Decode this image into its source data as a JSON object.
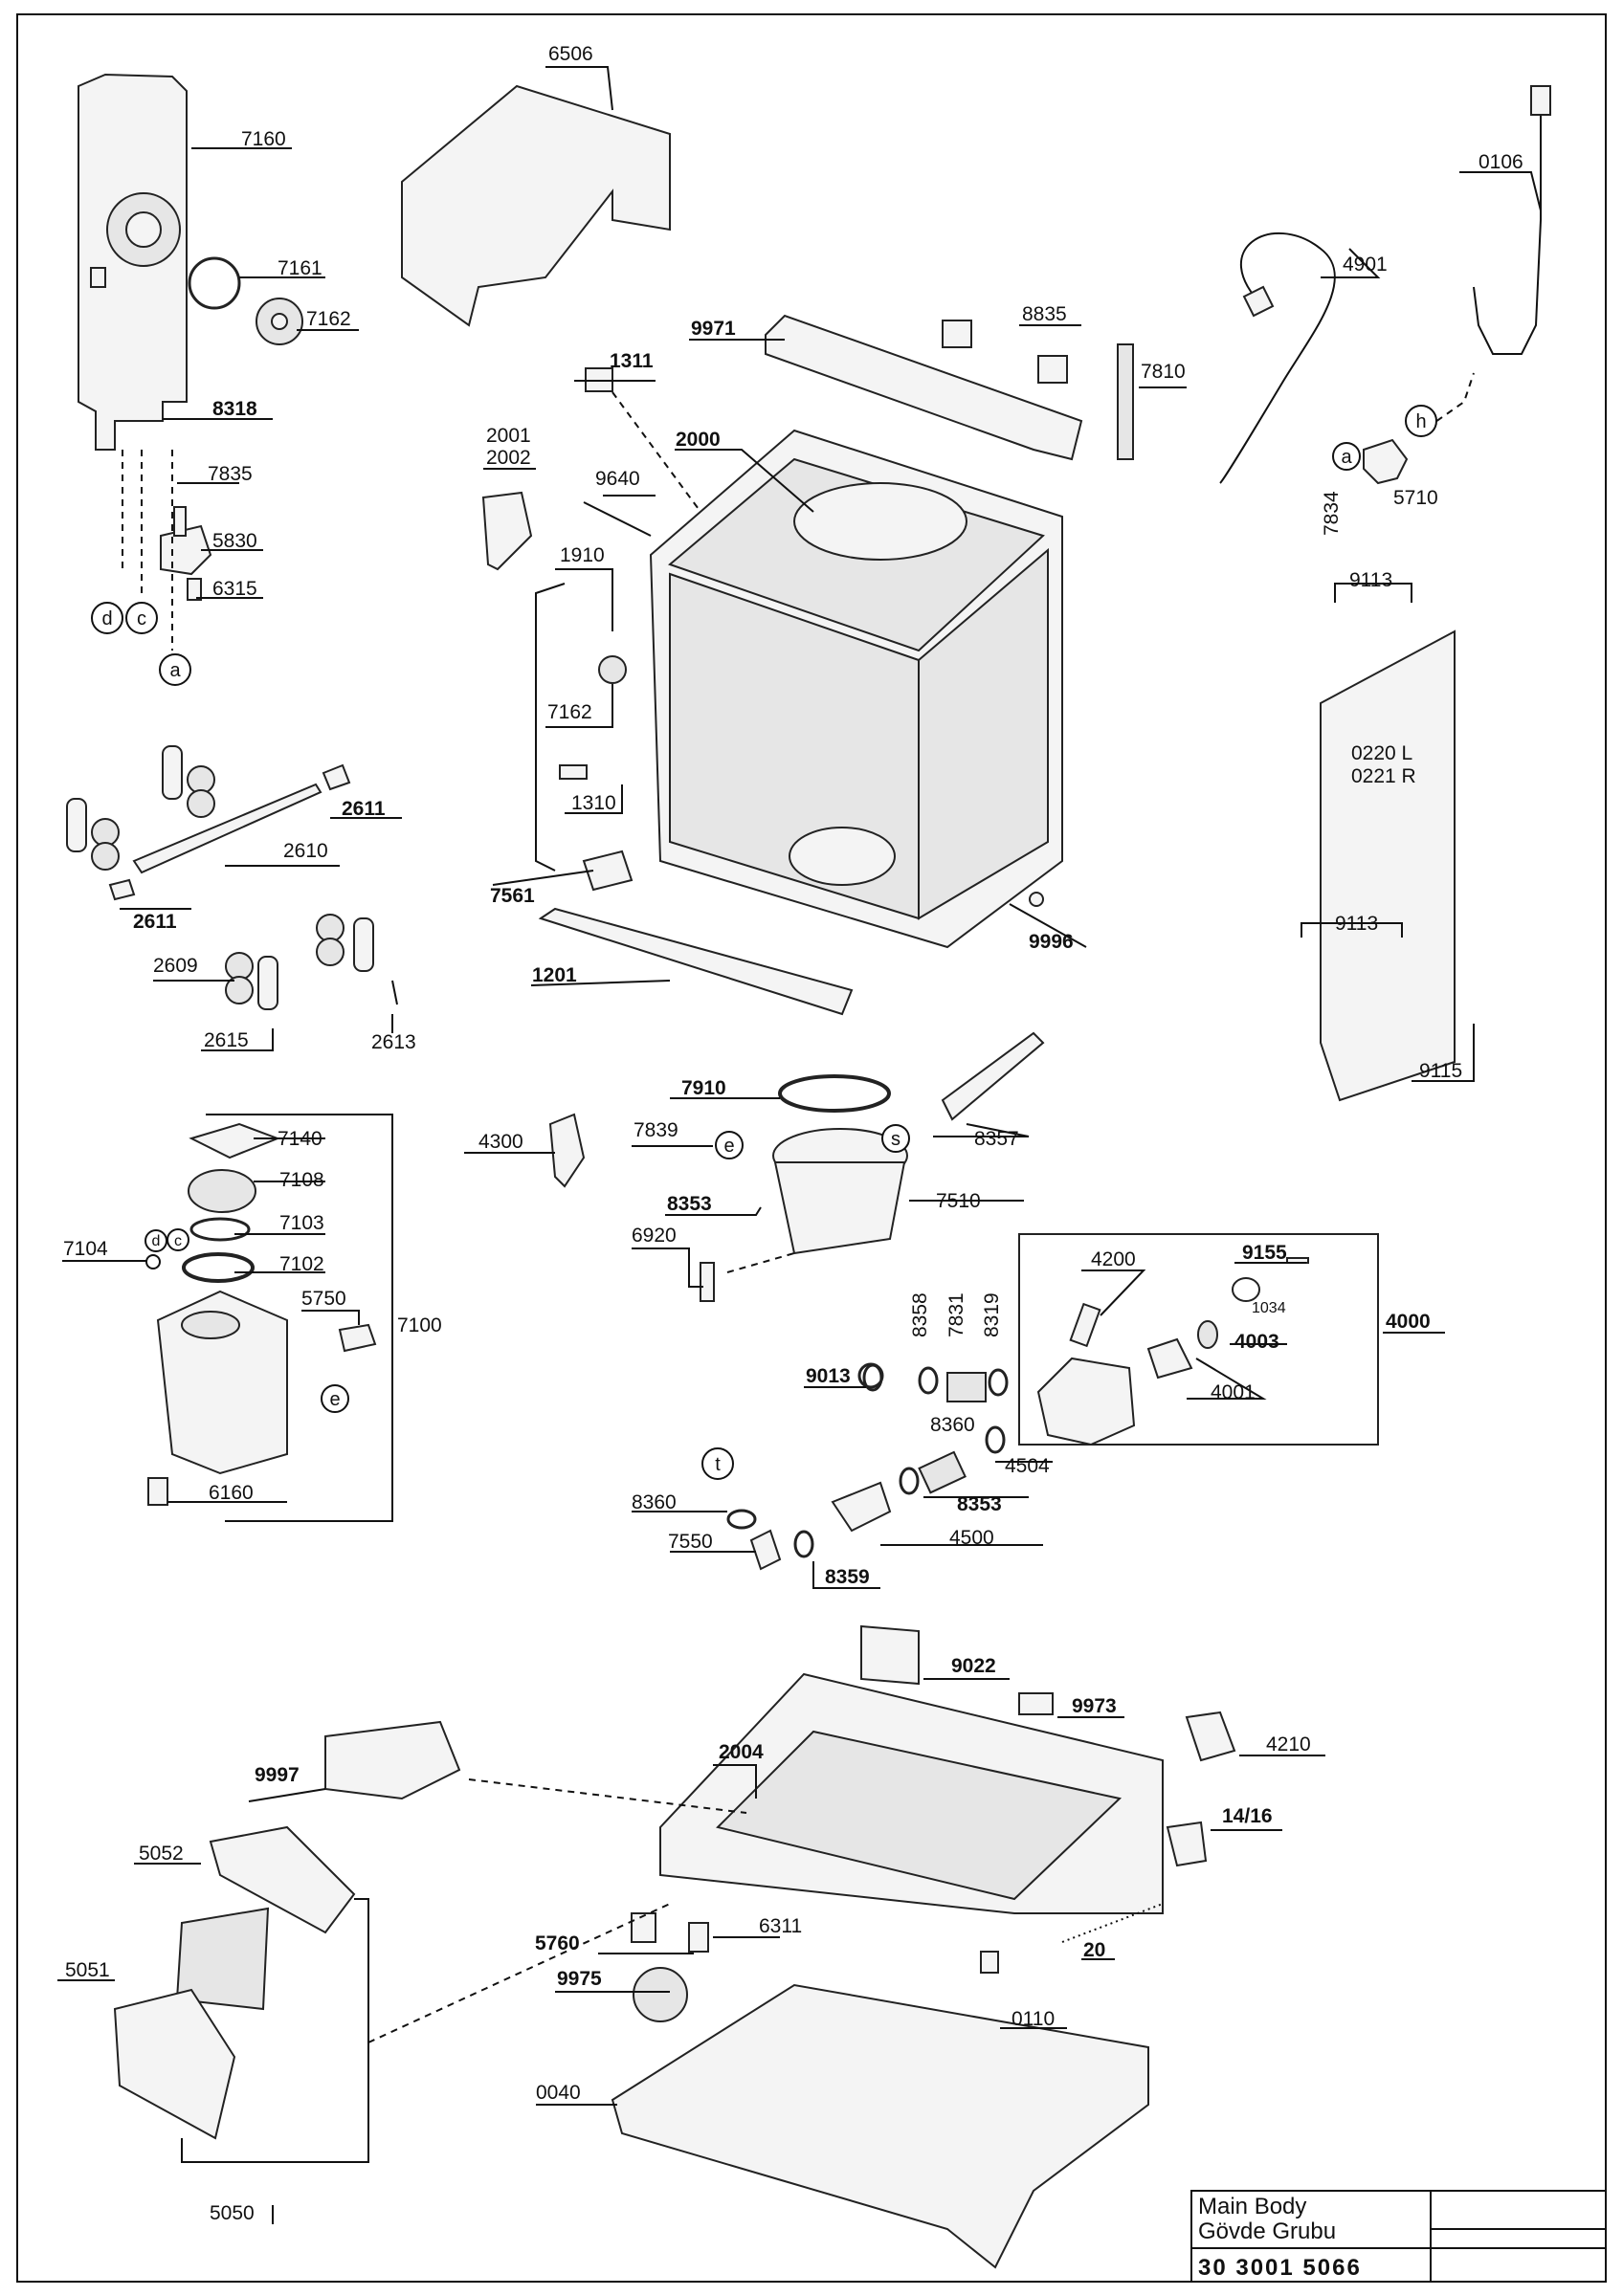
{
  "labels": {
    "p6506": "6506",
    "p7160": "7160",
    "p7161": "7161",
    "p7162a": "7162",
    "p8318": "8318",
    "p7835": "7835",
    "p5830": "5830",
    "p6315": "6315",
    "p9971": "9971",
    "p8835": "8835",
    "p7810": "7810",
    "p1311": "1311",
    "p2001": "2001",
    "p2002": "2002",
    "p2000": "2000",
    "p9640": "9640",
    "p1910": "1910",
    "p7162b": "7162",
    "p1310": "1310",
    "p7561": "7561",
    "p1201": "1201",
    "p9996": "9996",
    "p0106": "0106",
    "p4901": "4901",
    "p7834": "7834",
    "p5710": "5710",
    "p9113a": "9113",
    "p0220": "0220 L",
    "p0221": "0221 R",
    "p9113b": "9113",
    "p9115": "9115",
    "p2611a": "2611",
    "p2610": "2610",
    "p2611b": "2611",
    "p2609": "2609",
    "p2615": "2615",
    "p2613": "2613",
    "p7140": "7140",
    "p7108": "7108",
    "p7103": "7103",
    "p7104": "7104",
    "p7102": "7102",
    "p5750": "5750",
    "p7100": "7100",
    "p6160": "6160",
    "p4300": "4300",
    "p7910": "7910",
    "p7839": "7839",
    "p8357": "8357",
    "p8353a": "8353",
    "p7510": "7510",
    "p6920": "6920",
    "p4200": "4200",
    "p9155": "9155",
    "p1034": "1034",
    "p4003": "4003",
    "p4000": "4000",
    "p4001": "4001",
    "p8358": "8358",
    "p7831": "7831",
    "p8319": "8319",
    "p9013": "9013",
    "p8360a": "8360",
    "p4504": "4504",
    "p8353b": "8353",
    "p4500": "4500",
    "p8360b": "8360",
    "p7550": "7550",
    "p8359": "8359",
    "p9022": "9022",
    "p9973": "9973",
    "p4210": "4210",
    "p2004": "2004",
    "p1416": "14/16",
    "p9997": "9997",
    "p5052": "5052",
    "p5051": "5051",
    "p5050": "5050",
    "p5760": "5760",
    "p6311": "6311",
    "p9975": "9975",
    "p20": "20",
    "p0110": "0110",
    "p0040": "0040"
  },
  "callouts": {
    "a1": "a",
    "c1": "c",
    "d1": "d",
    "a2": "a",
    "h": "h",
    "e1": "e",
    "s": "s",
    "d2": "d",
    "c2": "c",
    "e2": "e",
    "t": "t"
  },
  "title_block": {
    "title_en": "Main Body",
    "title_tr": "Gövde Grubu",
    "doc_number": "30 3001 5066"
  }
}
